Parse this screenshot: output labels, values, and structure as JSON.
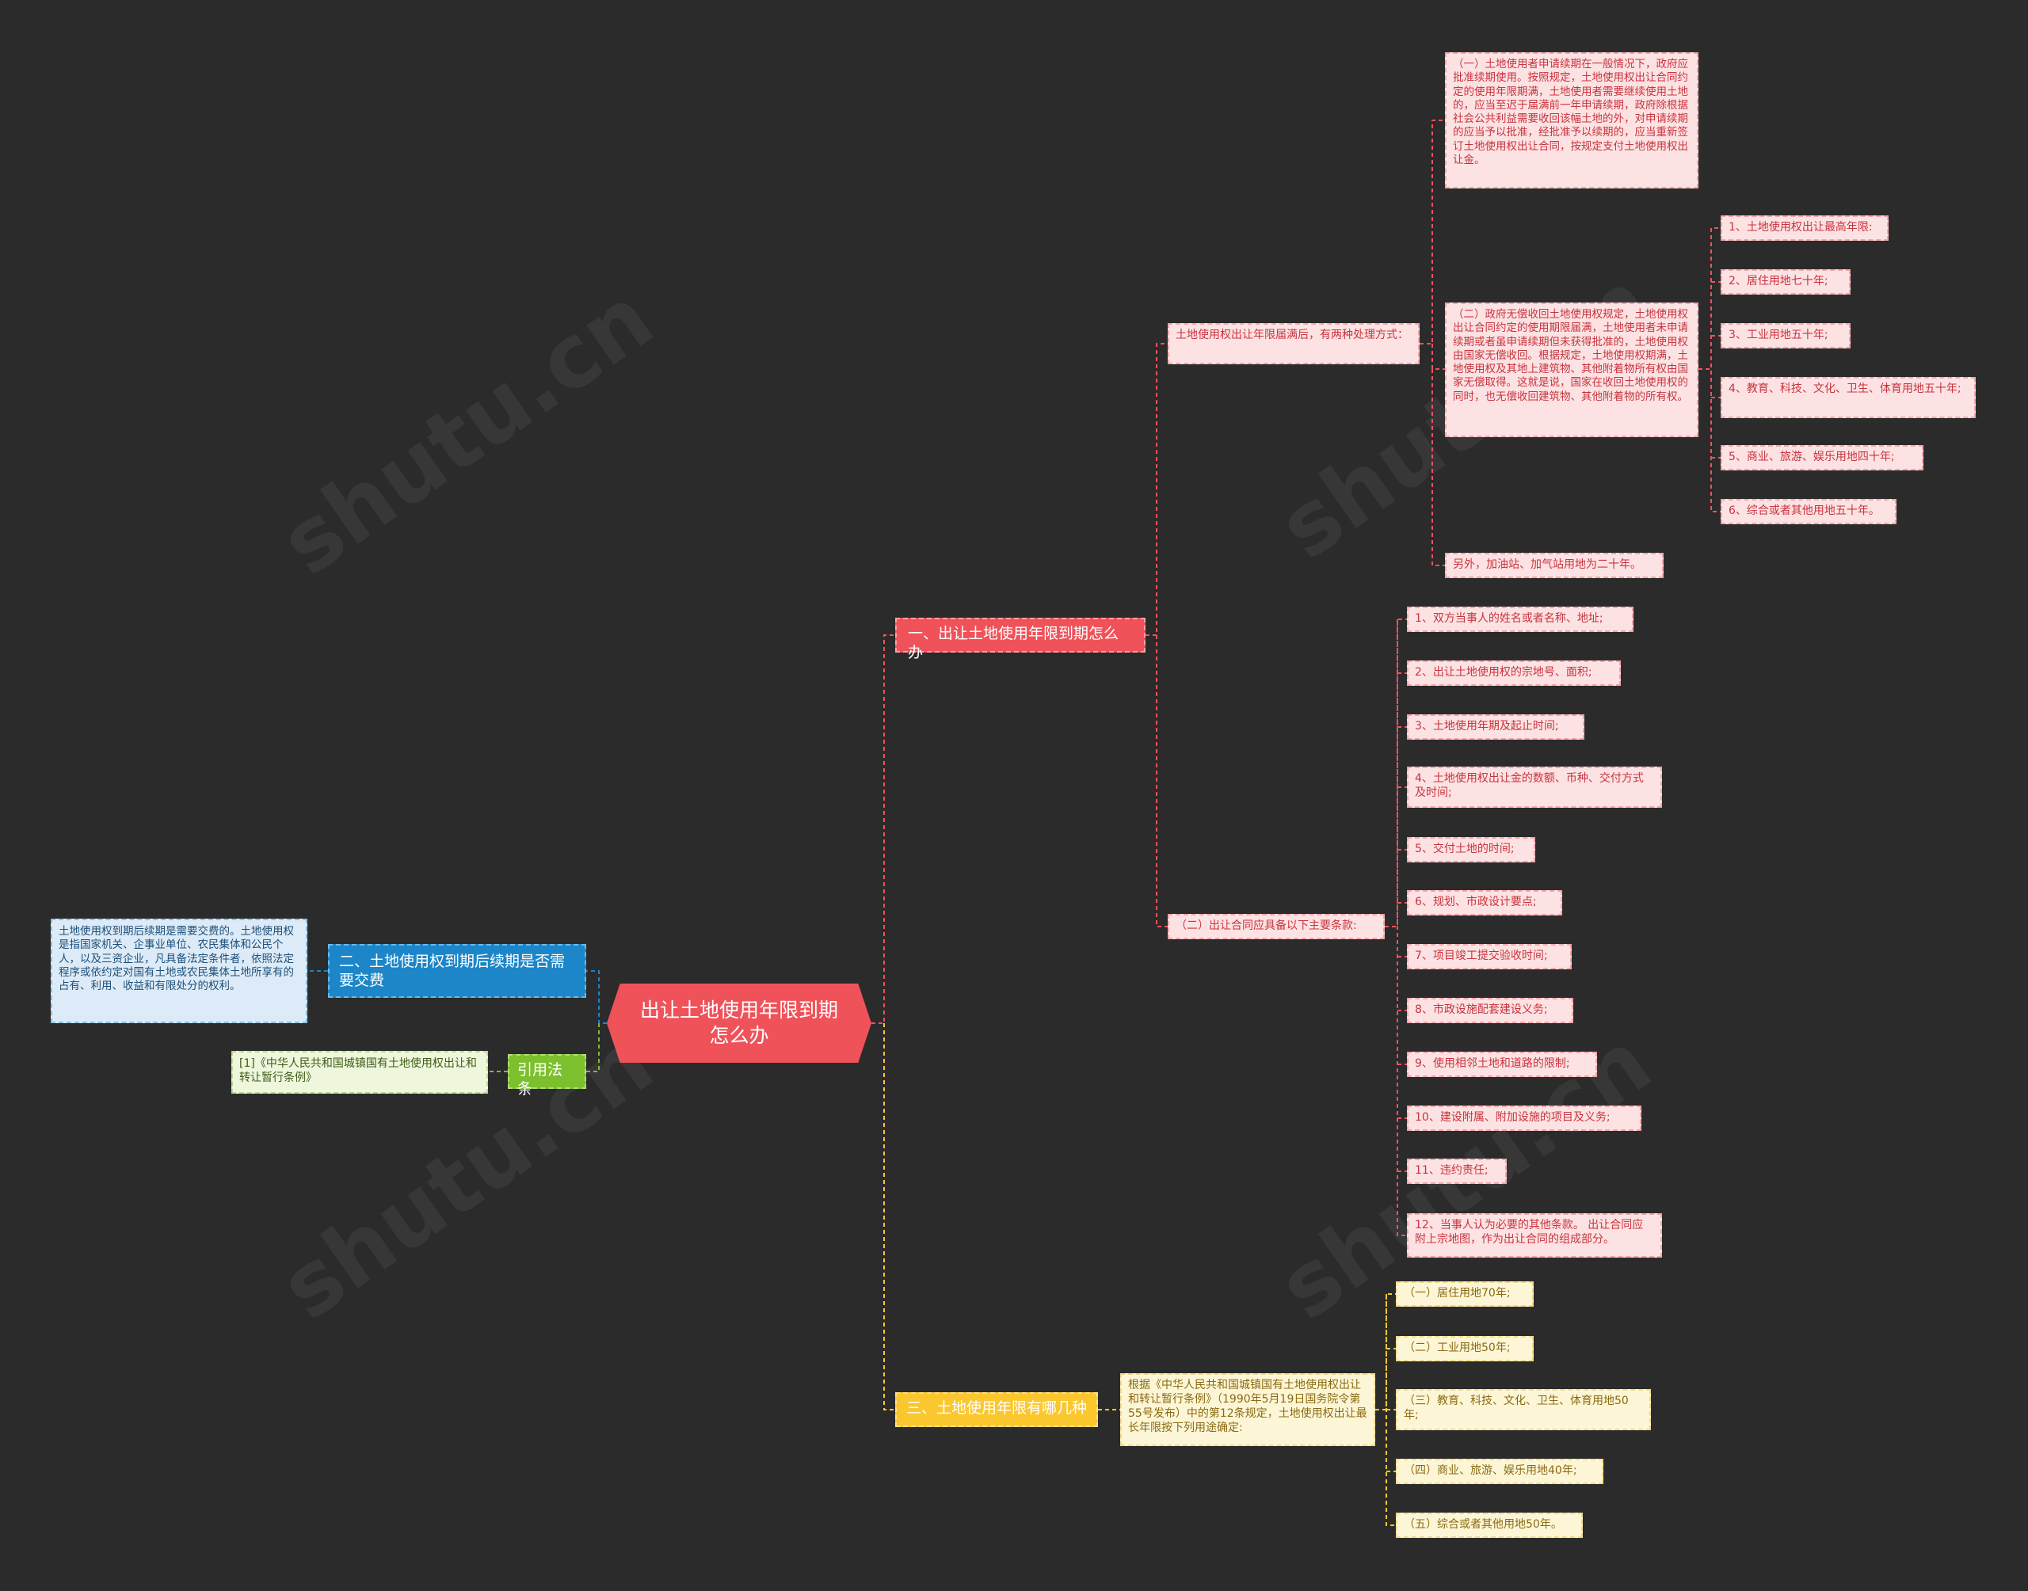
{
  "root": {
    "label": "出让土地使用年限到期怎么办"
  },
  "branch1": {
    "label": "一、出让土地使用年限到期怎么办",
    "sub1": {
      "label": "土地使用权出让年限届满后，有两种处理方式：",
      "item1": "（一）土地使用者申请续期在一般情况下，政府应批准续期使用。按照规定，土地使用权出让合同约定的使用年限期满，土地使用者需要继续使用土地的，应当至迟于届满前一年申请续期，政府除根据社会公共利益需要收回该幅土地的外，对申请续期的应当予以批准，经批准予以续期的，应当重新签订土地使用权出让合同，按规定支付土地使用权出让金。",
      "item2": "（二）政府无偿收回土地使用权规定，土地使用权出让合同约定的使用期限届满，土地使用者未申请续期或者虽申请续期但未获得批准的，土地使用权由国家无偿收回。根据规定，土地使用权期满，土地使用权及其地上建筑物、其他附着物所有权由国家无偿取得。这就是说，国家在收回土地使用权的同时，也无偿收回建筑物、其他附着物的所有权。",
      "limits": [
        "1、土地使用权出让最高年限:",
        "2、居住用地七十年;",
        "3、工业用地五十年;",
        "4、教育、科技、文化、卫生、体育用地五十年;",
        "5、商业、旅游、娱乐用地四十年;",
        "6、综合或者其他用地五十年。"
      ],
      "item3": "另外，加油站、加气站用地为二十年。"
    },
    "sub2": {
      "label": "（二）出让合同应具备以下主要条款:",
      "items": [
        "1、双方当事人的姓名或者名称、地址;",
        "2、出让土地使用权的宗地号、面积;",
        "3、土地使用年期及起止时间;",
        "4、土地使用权出让金的数额、币种、交付方式及时间;",
        "5、交付土地的时间;",
        "6、规划、市政设计要点;",
        "7、项目竣工提交验收时间;",
        "8、市政设施配套建设义务;",
        "9、使用相邻土地和道路的限制;",
        "10、建设附属、附加设施的项目及义务;",
        "11、违约责任;",
        "12、当事人认为必要的其他条款。 出让合同应附上宗地图，作为出让合同的组成部分。"
      ]
    }
  },
  "branch2": {
    "label": "二、土地使用权到期后续期是否需要交费",
    "detail": "土地使用权到期后续期是需要交费的。土地使用权是指国家机关、企事业单位、农民集体和公民个人，以及三资企业，凡具备法定条件者，依照法定程序或依约定对国有土地或农民集体土地所享有的占有、利用、收益和有限处分的权利。"
  },
  "branch3": {
    "label": "引用法条",
    "detail": "[1]《中华人民共和国城镇国有土地使用权出让和转让暂行条例》"
  },
  "branch4": {
    "label": "三、土地使用年限有哪几种",
    "detail": "根据《中华人民共和国城镇国有土地使用权出让和转让暂行条例》（1990年5月19日国务院令第55号发布）中的第12条规定，土地使用权出让最长年限按下列用途确定:",
    "items": [
      "（一）居住用地70年;",
      "（二）工业用地50年;",
      "（三）教育、科技、文化、卫生、体育用地50年;",
      "（四）商业、旅游、娱乐用地40年;",
      "（五）综合或者其他用地50年。"
    ]
  },
  "colors": {
    "red": "#f0525a",
    "blue": "#1c86c9",
    "green": "#7dc02e",
    "yellow": "#fbc72e",
    "background": "#2b2b2b"
  }
}
